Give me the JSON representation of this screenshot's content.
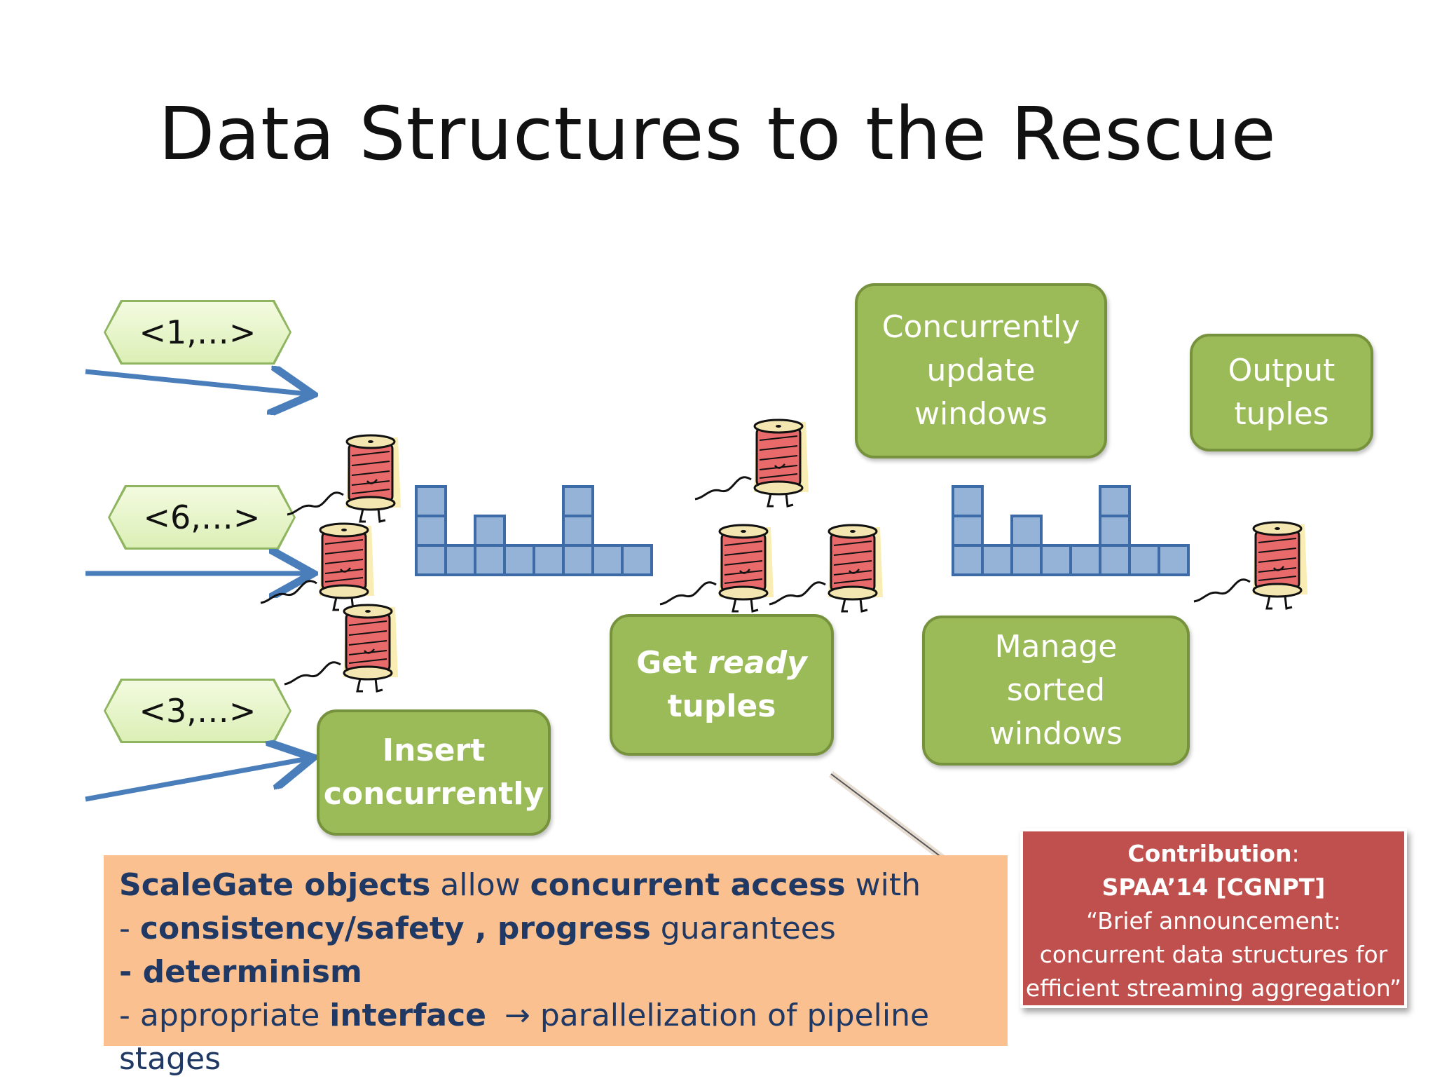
{
  "title": "Data Structures to the Rescue",
  "tuples": [
    "<1,…>",
    "<6,…>",
    "<3,…>"
  ],
  "steps": {
    "insert": [
      "Insert",
      "concurrently"
    ],
    "get_ready_prefix": "Get ",
    "get_ready_emph": "ready",
    "get_ready_line2": "tuples",
    "update": [
      "Concurrently",
      "update",
      "windows"
    ],
    "manage": [
      "Manage",
      "sorted",
      "windows"
    ],
    "output": [
      "Output",
      "tuples"
    ]
  },
  "summary": {
    "line1": {
      "b1": "ScaleGate objects",
      "t1": " allow ",
      "b2": "concurrent access",
      "t2": " with"
    },
    "line2": {
      "t1": "- ",
      "b1": "consistency/safety , progress",
      "t2": " guarantees"
    },
    "line3": {
      "b1": "- determinism"
    },
    "line4": {
      "t1": "- appropriate ",
      "b1": "interface",
      "arrow": "→",
      "t2": " parallelization of pipeline stages"
    }
  },
  "contribution": {
    "label": "Contribution",
    "colon": ":",
    "venue": "SPAA’14 [CGNPT]",
    "quote": [
      "“Brief announcement:",
      "concurrent data structures for",
      "efficient streaming aggregation”"
    ]
  },
  "colors": {
    "arrow": "#4a7ebb",
    "block": "#95b3d7",
    "block_border": "#3c6ba8",
    "green": "#9bbb59",
    "orange": "#fac090",
    "red": "#c0504d"
  },
  "icons": [
    "thread-spool-icon"
  ]
}
